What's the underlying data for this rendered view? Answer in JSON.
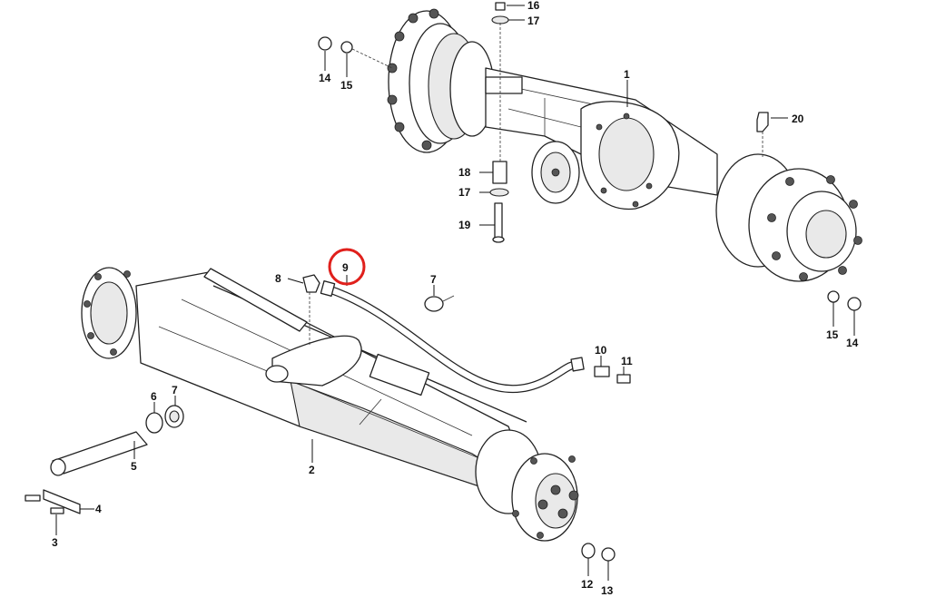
{
  "callouts": {
    "c1": "1",
    "c2": "2",
    "c3": "3",
    "c4": "4",
    "c5": "5",
    "c6": "6",
    "c7a": "7",
    "c7b": "7",
    "c8": "8",
    "c9": "9",
    "c10": "10",
    "c11": "11",
    "c12": "12",
    "c13": "13",
    "c14a": "14",
    "c14b": "14",
    "c15a": "15",
    "c15b": "15",
    "c16": "16",
    "c17a": "17",
    "c17b": "17",
    "c18": "18",
    "c19": "19",
    "c20": "20"
  },
  "highlight": {
    "callout": "9",
    "color": "#e0201c"
  }
}
